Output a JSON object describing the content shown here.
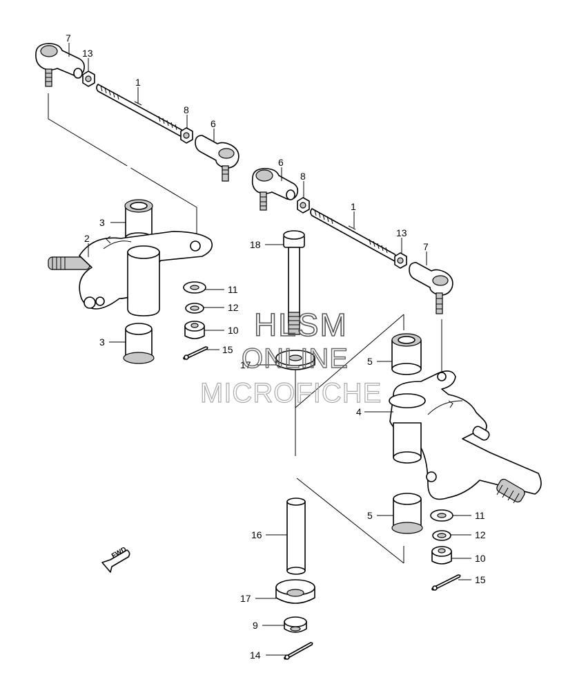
{
  "watermark": {
    "line1": "HLSM",
    "line2": "ONLINE",
    "line3": "MICROFICHE"
  },
  "direction_badge": "FWD",
  "callouts": [
    {
      "id": "c7a",
      "number": "7"
    },
    {
      "id": "c13a",
      "number": "13"
    },
    {
      "id": "c1a",
      "number": "1"
    },
    {
      "id": "c8a",
      "number": "8"
    },
    {
      "id": "c6a",
      "number": "6"
    },
    {
      "id": "c6b",
      "number": "6"
    },
    {
      "id": "c8b",
      "number": "8"
    },
    {
      "id": "c1b",
      "number": "1"
    },
    {
      "id": "c13b",
      "number": "13"
    },
    {
      "id": "c7b",
      "number": "7"
    },
    {
      "id": "c3a",
      "number": "3"
    },
    {
      "id": "c2",
      "number": "2"
    },
    {
      "id": "c18",
      "number": "18"
    },
    {
      "id": "c11a",
      "number": "11"
    },
    {
      "id": "c12a",
      "number": "12"
    },
    {
      "id": "c10a",
      "number": "10"
    },
    {
      "id": "c3b",
      "number": "3"
    },
    {
      "id": "c15a",
      "number": "15"
    },
    {
      "id": "c17a",
      "number": "17"
    },
    {
      "id": "c5a",
      "number": "5"
    },
    {
      "id": "c4",
      "number": "4"
    },
    {
      "id": "c5b",
      "number": "5"
    },
    {
      "id": "c11b",
      "number": "11"
    },
    {
      "id": "c16",
      "number": "16"
    },
    {
      "id": "c12b",
      "number": "12"
    },
    {
      "id": "c10b",
      "number": "10"
    },
    {
      "id": "c15b",
      "number": "15"
    },
    {
      "id": "c17b",
      "number": "17"
    },
    {
      "id": "c9",
      "number": "9"
    },
    {
      "id": "c14",
      "number": "14"
    }
  ]
}
